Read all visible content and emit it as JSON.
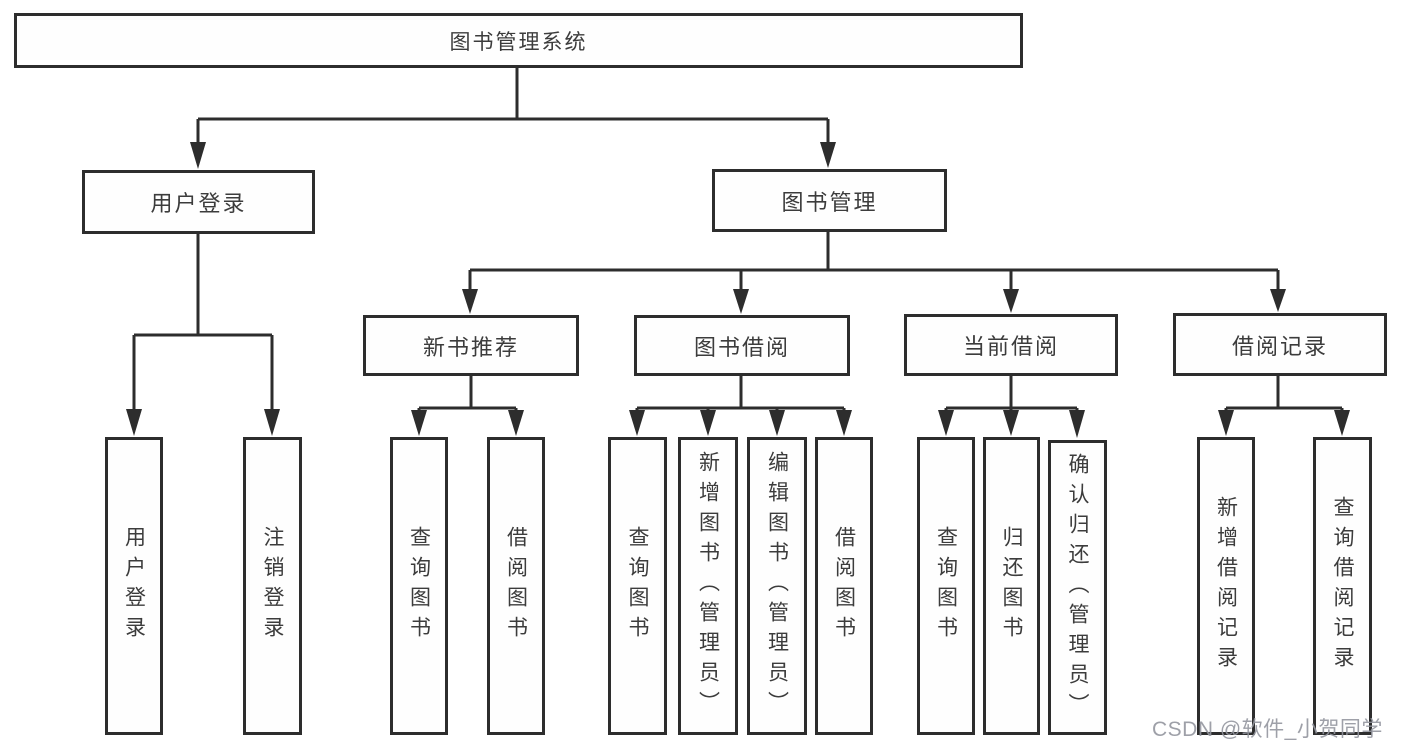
{
  "tree": {
    "root": "图书管理系统",
    "level2": [
      {
        "label": "用户登录",
        "children": [
          "用户登录",
          "注销登录"
        ]
      },
      {
        "label": "图书管理",
        "sections": [
          {
            "label": "新书推荐",
            "children": [
              "查询图书",
              "借阅图书"
            ]
          },
          {
            "label": "图书借阅",
            "children": [
              "查询图书",
              "新增图书（管理员）",
              "编辑图书（管理员）",
              "借阅图书"
            ]
          },
          {
            "label": "当前借阅",
            "children": [
              "查询图书",
              "归还图书",
              "确认归还（管理员）"
            ]
          },
          {
            "label": "借阅记录",
            "children": [
              "新增借阅记录",
              "查询借阅记录"
            ]
          }
        ]
      }
    ]
  },
  "watermark": "CSDN @软件_小贺同学",
  "colors": {
    "line": "#2d2d2d",
    "box_border": "#2d2d2d",
    "text": "#3c3c3c",
    "background": "#ffffff",
    "watermark": "#94969e"
  }
}
